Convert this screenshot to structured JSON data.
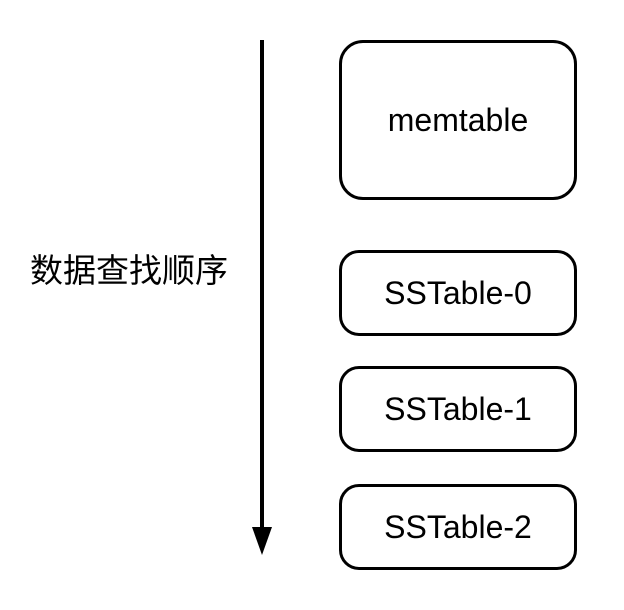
{
  "diagram": {
    "axis": {
      "label": "数据查找顺序",
      "direction": "down"
    },
    "levels": [
      {
        "label": "memtable"
      },
      {
        "label": "SSTable-0"
      },
      {
        "label": "SSTable-1"
      },
      {
        "label": "SSTable-2"
      }
    ]
  },
  "colors": {
    "stroke": "#000000",
    "background": "#ffffff"
  }
}
